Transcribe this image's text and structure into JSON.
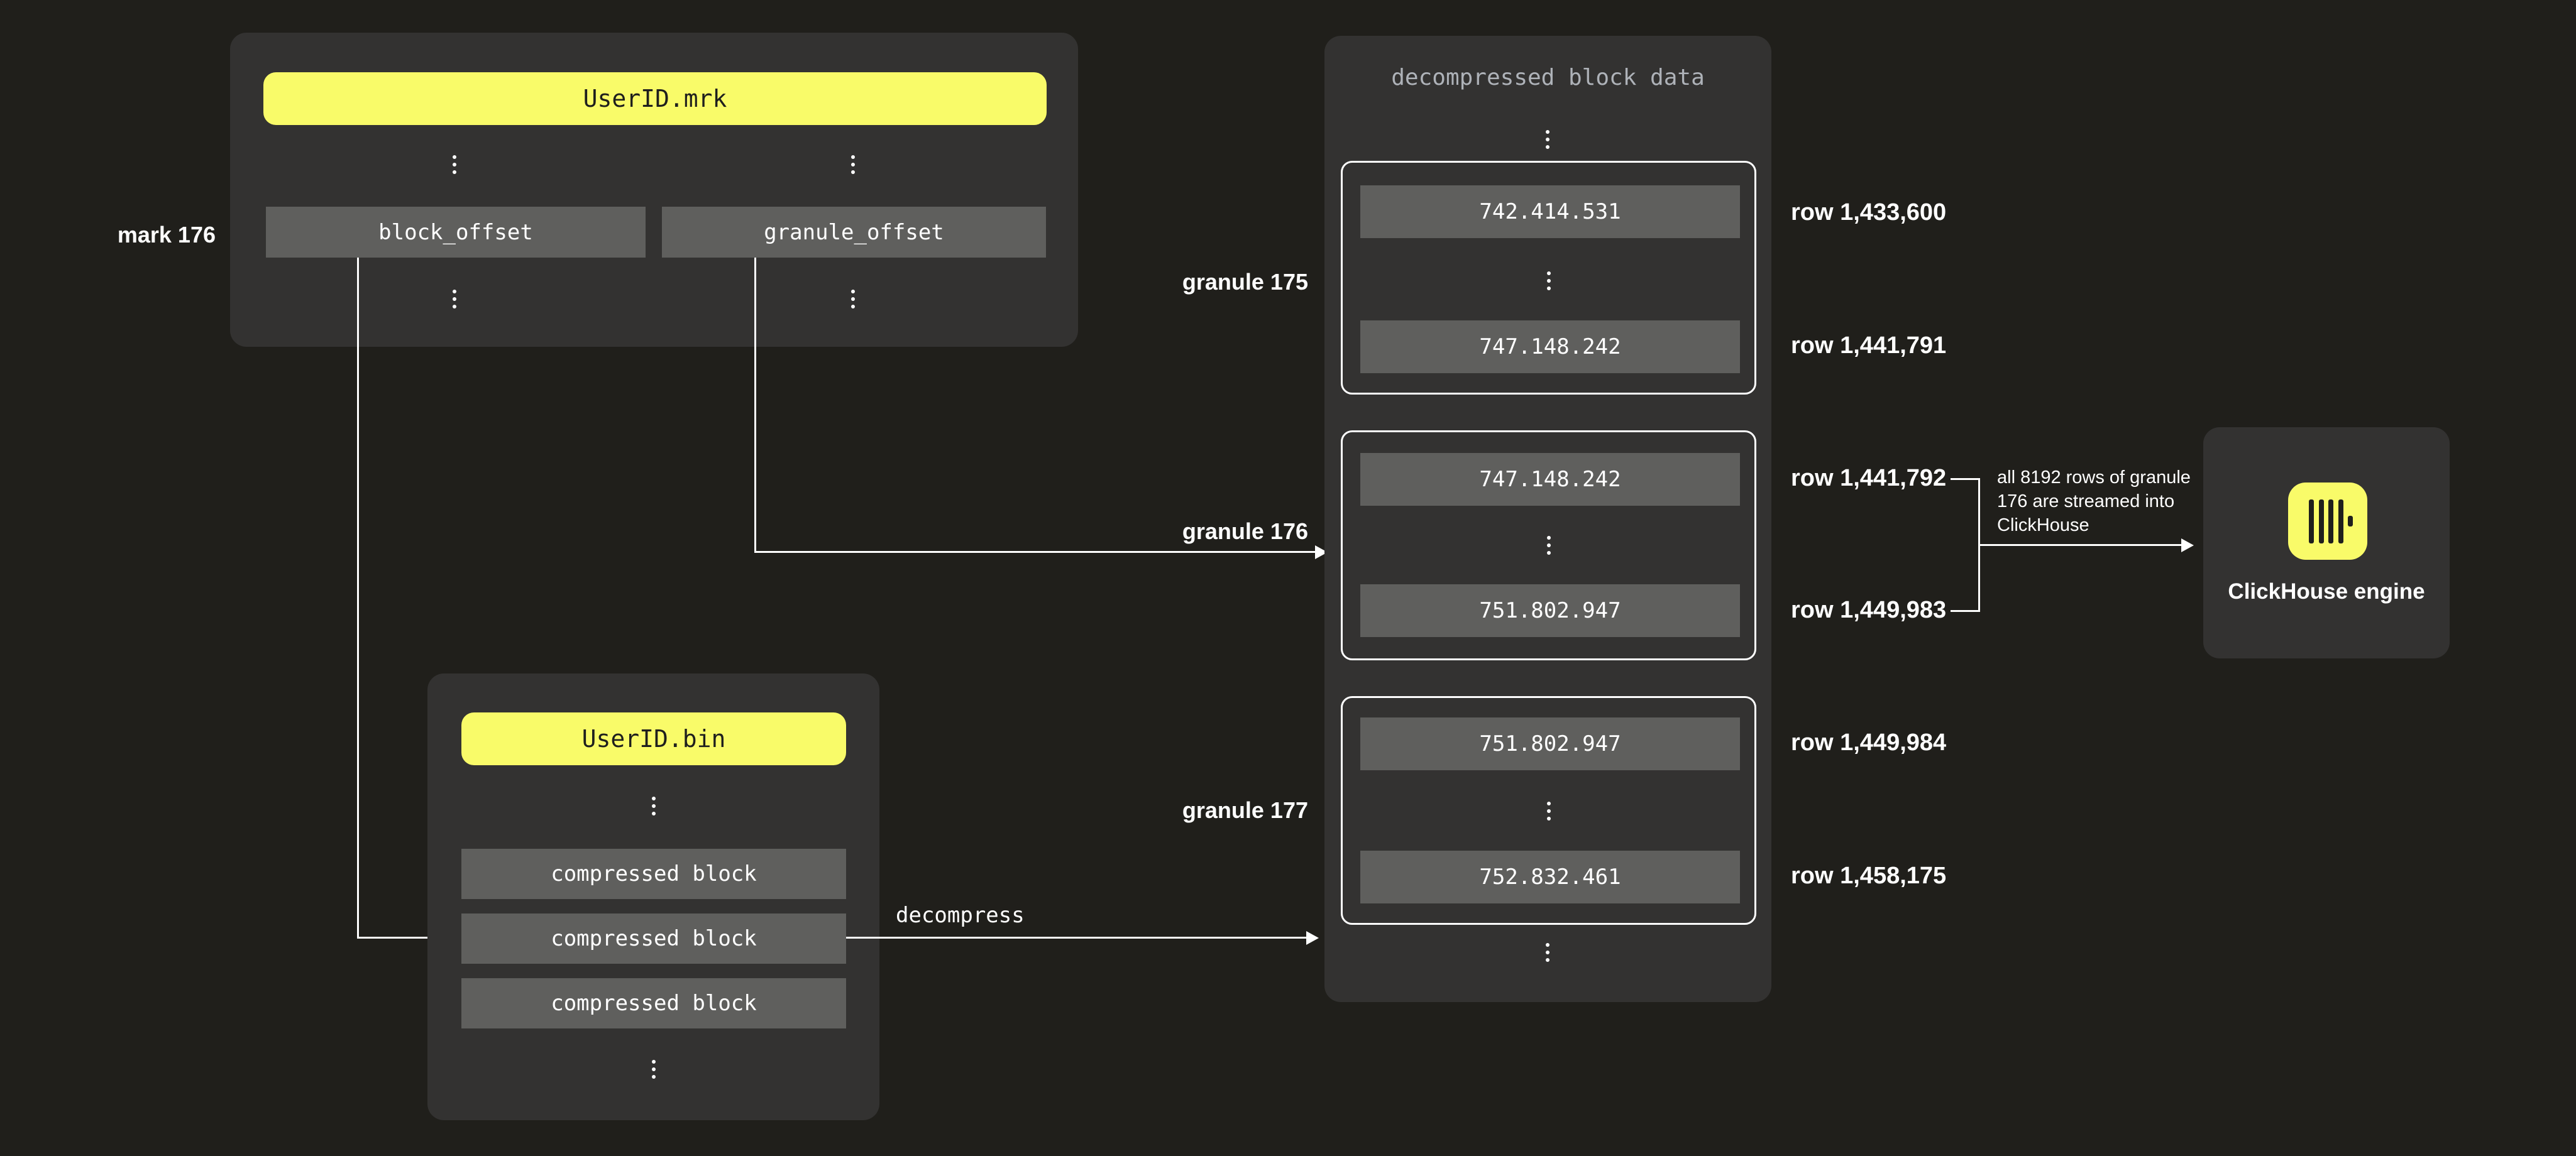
{
  "colors": {
    "background": "#201f1b",
    "panel": "#333231",
    "box_gray": "#5f5f5d",
    "accent_yellow": "#f9fb69",
    "text_white": "#ffffff",
    "muted_title": "#aeb2b8"
  },
  "mrk_file": {
    "header": "UserID.mrk",
    "mark_label": "mark 176",
    "fields": [
      {
        "label": "block_offset"
      },
      {
        "label": "granule_offset"
      }
    ]
  },
  "bin_file": {
    "header": "UserID.bin",
    "blocks": [
      {
        "label": "compressed block"
      },
      {
        "label": "compressed block"
      },
      {
        "label": "compressed block"
      }
    ],
    "decompress_label": "decompress"
  },
  "decompressed": {
    "title": "decompressed block data",
    "granules": [
      {
        "label": "granule 175",
        "first_value": "742.414.531",
        "last_value": "747.148.242",
        "first_row": "row 1,433,600",
        "last_row": "row 1,441,791"
      },
      {
        "label": "granule 176",
        "first_value": "747.148.242",
        "last_value": "751.802.947",
        "first_row": "row 1,441,792",
        "last_row": "row 1,449,983"
      },
      {
        "label": "granule 177",
        "first_value": "751.802.947",
        "last_value": "752.832.461",
        "first_row": "row 1,449,984",
        "last_row": "row 1,458,175"
      }
    ]
  },
  "annotation": {
    "line1": "all 8192 rows of granule",
    "line2": "176 are streamed into",
    "line3": "ClickHouse"
  },
  "engine": {
    "label": "ClickHouse engine"
  }
}
